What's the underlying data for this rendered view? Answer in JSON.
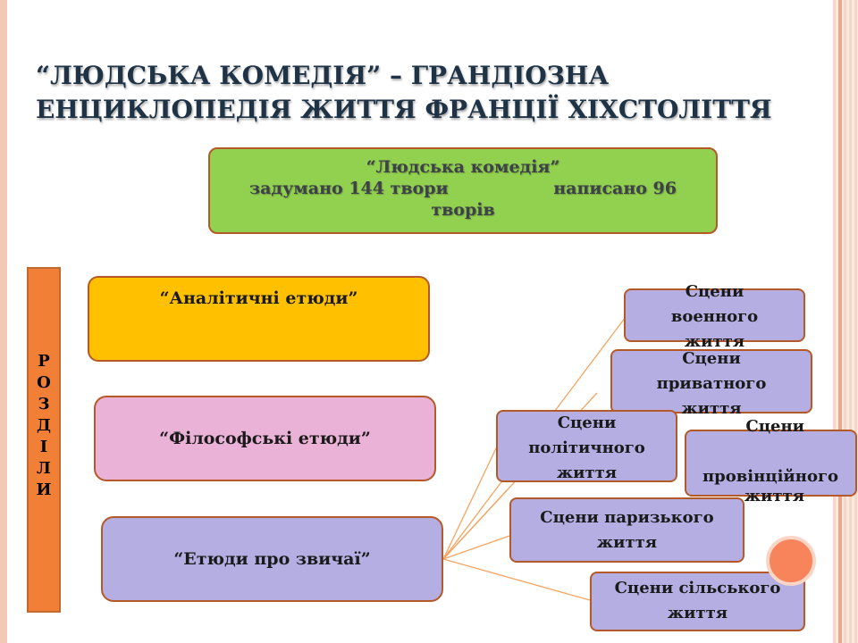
{
  "title": {
    "line1": "“ЛЮДСЬКА КОМЕДІЯ” – ГРАНДІОЗНА",
    "line2": "ЕНЦИКЛОПЕДІЯ ЖИТТЯ ФРАНЦІЇ XIXСТОЛІТТЯ"
  },
  "summary": {
    "name": "“Людська комедія”",
    "planned": "задумано 144 твори",
    "written": "написано 96",
    "written_tail": "творів"
  },
  "sidebar": {
    "label": "Р О З Д І Л И",
    "letters": [
      "Р",
      "О",
      "З",
      "Д",
      "І",
      "Л",
      "И"
    ]
  },
  "categories": [
    {
      "label": "“Аналітичні етюди”"
    },
    {
      "label": "“Філософські етюди”"
    },
    {
      "label": "“Етюди про звичаї”"
    }
  ],
  "scenes": [
    {
      "lines": [
        "Сцени",
        "военного",
        "життя"
      ]
    },
    {
      "lines": [
        "Сцени",
        "приватного",
        "життя"
      ]
    },
    {
      "lines": [
        "Сцени",
        "політичного",
        "життя"
      ]
    },
    {
      "lines": [
        "Сцени",
        "",
        "провінційного",
        "життя"
      ]
    },
    {
      "lines": [
        "Сцени паризького",
        "життя"
      ]
    },
    {
      "lines": [
        "Сцени сільського",
        "життя"
      ]
    }
  ],
  "colors": {
    "summary_fill": "#92d050",
    "category1_fill": "#ffc000",
    "category2_fill": "#eab2d6",
    "category3_fill": "#b4aee3",
    "scene_fill": "#b4aee3",
    "border": "#b45a28",
    "sidebar_fill": "#f27f36",
    "connector": "#f4a460"
  }
}
